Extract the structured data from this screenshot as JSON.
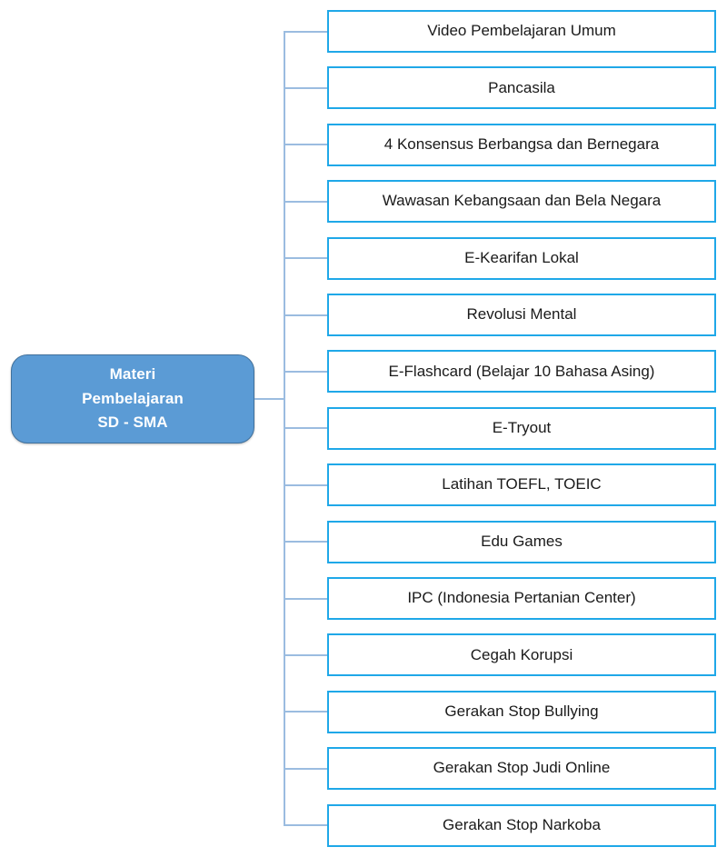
{
  "diagram": {
    "type": "tree",
    "orientation": "left-to-right",
    "root": {
      "label": "Materi\nPembelajaran\nSD - SMA",
      "fill_color": "#5B9BD5",
      "border_color": "#41719C",
      "text_color": "#FFFFFF"
    },
    "connector_color": "#9BBCE0",
    "node_border_color": "#1FA8E8",
    "node_fill_color": "#FFFFFF",
    "node_text_color": "#1A1A1A",
    "nodes": [
      {
        "label": "Video Pembelajaran Umum"
      },
      {
        "label": "Pancasila"
      },
      {
        "label": "4 Konsensus Berbangsa dan Bernegara"
      },
      {
        "label": "Wawasan Kebangsaan dan Bela Negara"
      },
      {
        "label": "E-Kearifan Lokal"
      },
      {
        "label": "Revolusi Mental"
      },
      {
        "label": "E-Flashcard (Belajar 10 Bahasa Asing)"
      },
      {
        "label": "E-Tryout"
      },
      {
        "label": "Latihan TOEFL, TOEIC"
      },
      {
        "label": "Edu Games"
      },
      {
        "label": "IPC (Indonesia Pertanian Center)"
      },
      {
        "label": "Cegah Korupsi"
      },
      {
        "label": "Gerakan Stop Bullying"
      },
      {
        "label": "Gerakan Stop Judi Online"
      },
      {
        "label": "Gerakan Stop Narkoba"
      }
    ]
  }
}
